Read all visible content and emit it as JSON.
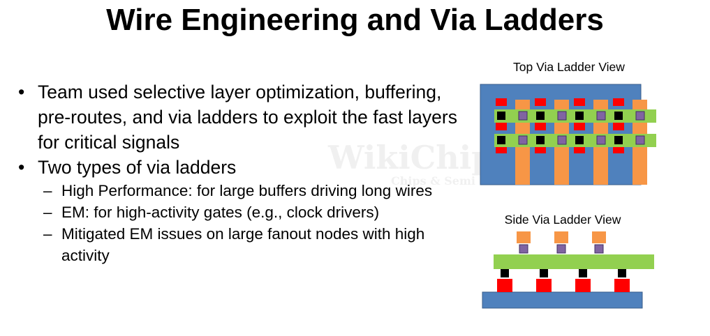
{
  "slide": {
    "title": "Wire Engineering and Via Ladders"
  },
  "bullets": [
    {
      "text": "Team used selective layer optimization, buffering, pre-routes, and via ladders to exploit the fast layers for critical signals",
      "sub": []
    },
    {
      "text": "Two types of via ladders",
      "sub": [
        "High Performance: for large buffers driving long wires",
        "EM: for high-activity gates (e.g., clock drivers)",
        "Mitigated EM issues on large fanout nodes with high activity"
      ]
    }
  ],
  "bullet_marker": "•",
  "sub_marker": "–",
  "top_view": {
    "caption": "Top Via Ladder View",
    "via_columns": 4,
    "via_rows": 2
  },
  "side_view": {
    "caption": "Side Via Ladder View",
    "upper_vias": 3,
    "lower_vias": 4
  },
  "watermark": {
    "main": "WikiChip",
    "sub": "Chips & Semi"
  },
  "colors": {
    "substrate_blue": "#4f81bd",
    "orange_metal": "#f79646",
    "green_metal": "#92d050",
    "red_via": "#ff0000",
    "black_via": "#000000",
    "purple_via": "#8064a2",
    "outline": "#385d8a"
  }
}
